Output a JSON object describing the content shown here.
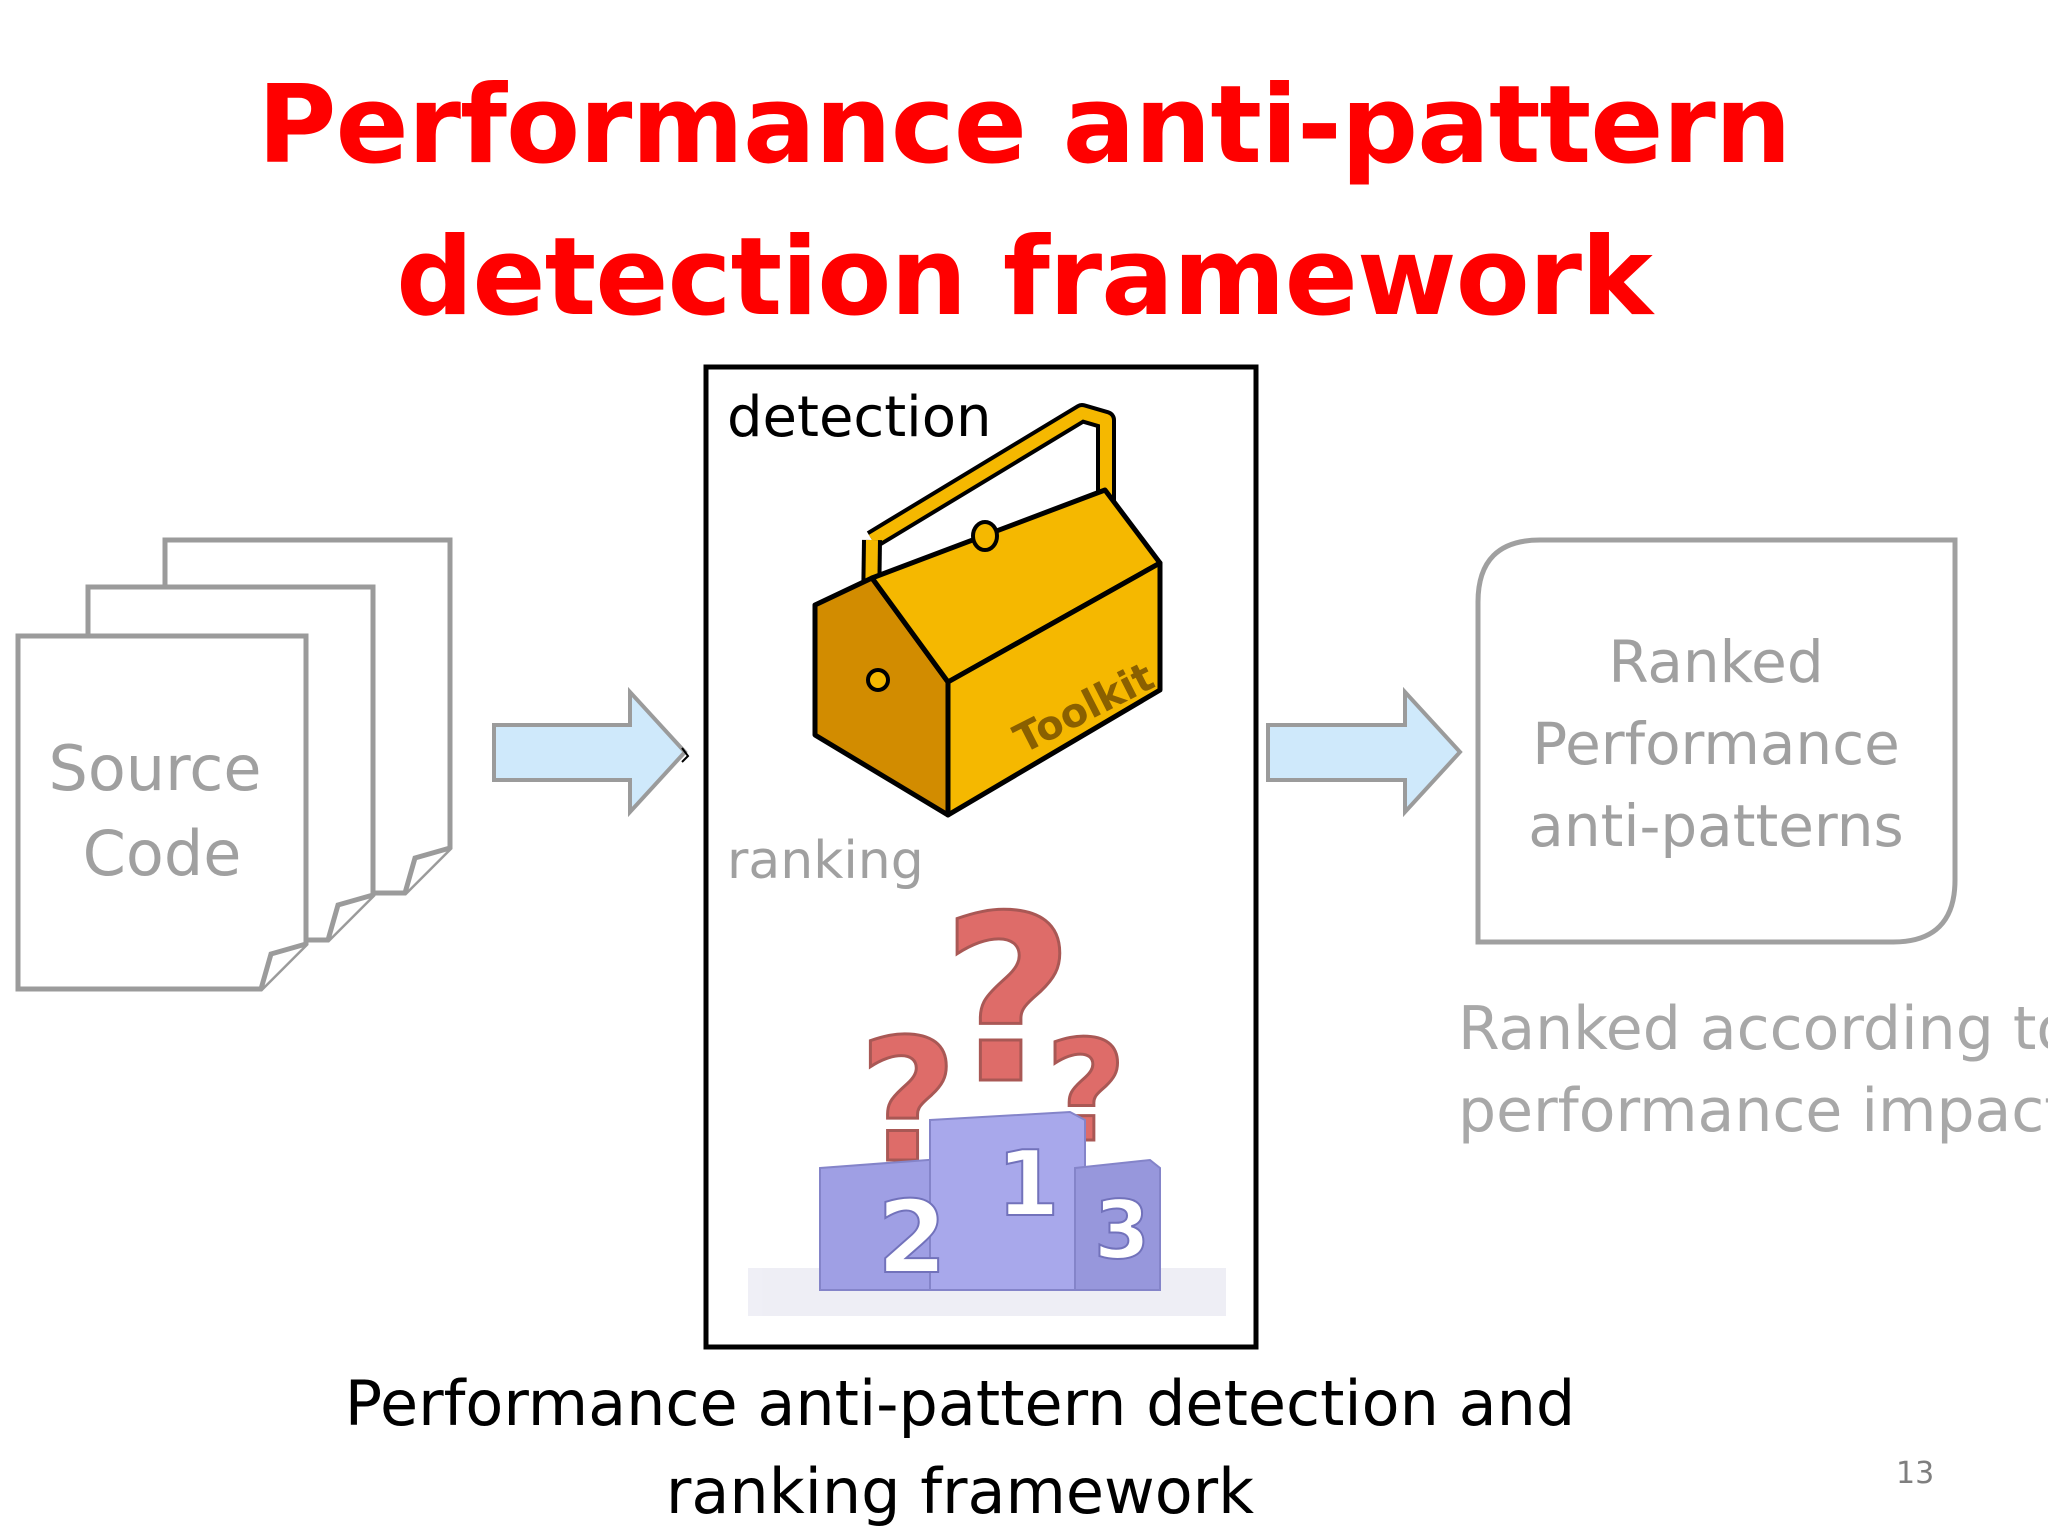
{
  "title": {
    "line1": "Performance anti-pattern",
    "line2": "detection framework"
  },
  "source": {
    "line1": "Source",
    "line2": "Code"
  },
  "framework": {
    "detection_label": "detection",
    "toolkit_label": "Toolkit",
    "ranking_label": "ranking",
    "podium": [
      "2",
      "1",
      "3"
    ]
  },
  "output": {
    "line1": "Ranked",
    "line2": "Performance",
    "line3": "anti-patterns"
  },
  "impact_note": {
    "line1": "Ranked according to",
    "line2": "performance impact"
  },
  "caption": {
    "line1": "Performance anti-pattern detection and",
    "line2": "ranking framework"
  },
  "page_number": "13",
  "colors": {
    "title": "#ff0000",
    "arrow_fill": "#cfe9fb",
    "toolbox": "#f5b800",
    "podium": "#8f8fe0",
    "question_mark": "#d9534f"
  }
}
